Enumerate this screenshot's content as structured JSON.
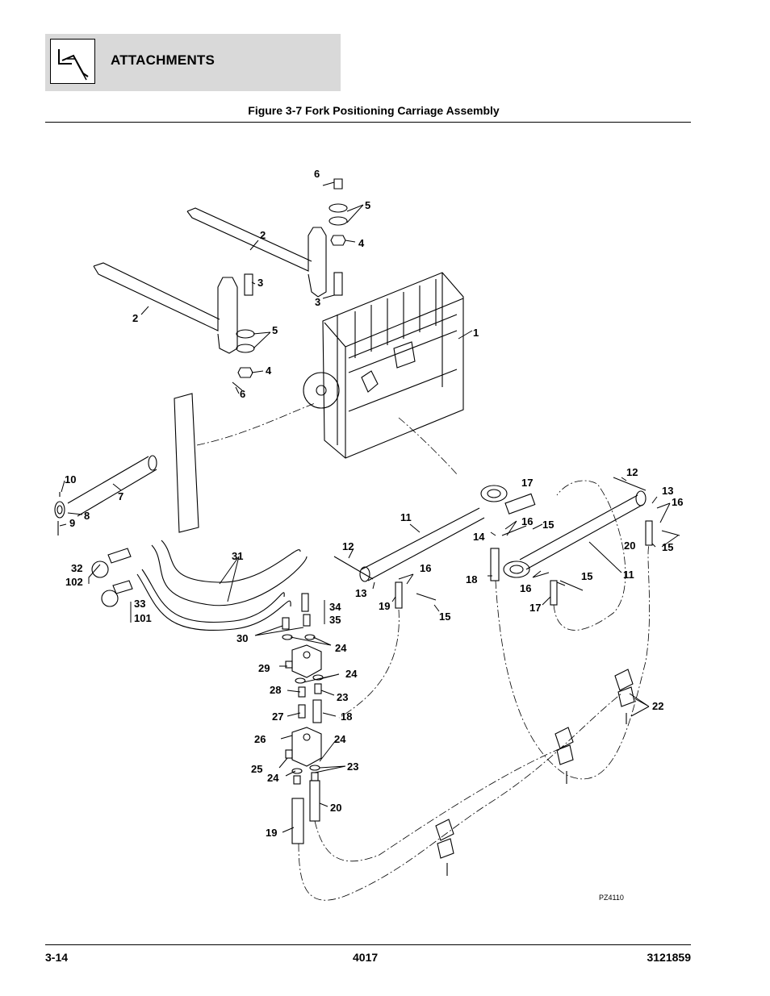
{
  "header": {
    "section_title": "ATTACHMENTS",
    "icon": "fork-attachment-icon"
  },
  "figure": {
    "title": "Figure 3-7 Fork Positioning Carriage Assembly",
    "drawing_code": "PZ4110",
    "callouts": [
      {
        "id": "c6a",
        "label": "6"
      },
      {
        "id": "c5a",
        "label": "5"
      },
      {
        "id": "c4a",
        "label": "4"
      },
      {
        "id": "c2a",
        "label": "2"
      },
      {
        "id": "c3a",
        "label": "3"
      },
      {
        "id": "c3b",
        "label": "3"
      },
      {
        "id": "c2b",
        "label": "2"
      },
      {
        "id": "c1",
        "label": "1"
      },
      {
        "id": "c5b",
        "label": "5"
      },
      {
        "id": "c4b",
        "label": "4"
      },
      {
        "id": "c6b",
        "label": "6"
      },
      {
        "id": "c10",
        "label": "10"
      },
      {
        "id": "c7",
        "label": "7"
      },
      {
        "id": "c8",
        "label": "8"
      },
      {
        "id": "c9",
        "label": "9"
      },
      {
        "id": "c12a",
        "label": "12"
      },
      {
        "id": "c17a",
        "label": "17"
      },
      {
        "id": "c13a",
        "label": "13"
      },
      {
        "id": "c16a",
        "label": "16"
      },
      {
        "id": "c11a",
        "label": "11"
      },
      {
        "id": "c16b",
        "label": "16"
      },
      {
        "id": "c15a",
        "label": "15"
      },
      {
        "id": "c14",
        "label": "14"
      },
      {
        "id": "c20a",
        "label": "20"
      },
      {
        "id": "c15b",
        "label": "15"
      },
      {
        "id": "c12b",
        "label": "12"
      },
      {
        "id": "c31",
        "label": "31"
      },
      {
        "id": "c32",
        "label": "32"
      },
      {
        "id": "c102",
        "label": "102"
      },
      {
        "id": "c18a",
        "label": "18"
      },
      {
        "id": "c16c",
        "label": "16"
      },
      {
        "id": "c11b",
        "label": "11"
      },
      {
        "id": "c15c",
        "label": "15"
      },
      {
        "id": "c13b",
        "label": "13"
      },
      {
        "id": "c19a",
        "label": "19"
      },
      {
        "id": "c15d",
        "label": "15"
      },
      {
        "id": "c16d",
        "label": "16"
      },
      {
        "id": "c17b",
        "label": "17"
      },
      {
        "id": "c33",
        "label": "33"
      },
      {
        "id": "c101",
        "label": "101"
      },
      {
        "id": "c34",
        "label": "34"
      },
      {
        "id": "c35",
        "label": "35"
      },
      {
        "id": "c30",
        "label": "30"
      },
      {
        "id": "c24a",
        "label": "24"
      },
      {
        "id": "c29",
        "label": "29"
      },
      {
        "id": "c24b",
        "label": "24"
      },
      {
        "id": "c28",
        "label": "28"
      },
      {
        "id": "c23a",
        "label": "23"
      },
      {
        "id": "c27",
        "label": "27"
      },
      {
        "id": "c18b",
        "label": "18"
      },
      {
        "id": "c22",
        "label": "22"
      },
      {
        "id": "c26",
        "label": "26"
      },
      {
        "id": "c24c",
        "label": "24"
      },
      {
        "id": "c25",
        "label": "25"
      },
      {
        "id": "c23b",
        "label": "23"
      },
      {
        "id": "c24d",
        "label": "24"
      },
      {
        "id": "c20b",
        "label": "20"
      },
      {
        "id": "c19b",
        "label": "19"
      }
    ]
  },
  "footer": {
    "page_number": "3-14",
    "model": "4017",
    "manual_number": "3121859"
  }
}
